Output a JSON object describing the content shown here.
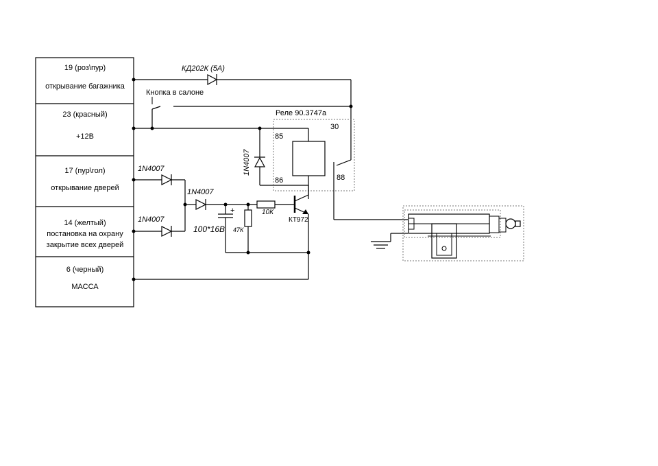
{
  "connector": {
    "pin19": {
      "line1": "19 (роз\\пур)",
      "line2": "открывание багажника"
    },
    "pin23": {
      "line1": "23 (красный)",
      "line2": "+12В"
    },
    "pin17": {
      "line1": "17 (пур\\гол)",
      "line2": "открывание дверей"
    },
    "pin14": {
      "line1": "14 (желтый)",
      "line2": "постановка на охрану",
      "line3": "закрытие всех дверей"
    },
    "pin6": {
      "line1": "6 (черный)",
      "line2": "МАССА"
    }
  },
  "labels": {
    "kd202": "КД202К (5А)",
    "button": "Кнопка в салоне",
    "relay": "Реле 90.3747а",
    "relay_pin30": "30",
    "relay_pin85": "85",
    "relay_pin86": "86",
    "relay_pin88": "88",
    "diode_relay": "1N4007",
    "diode_top": "1N4007",
    "diode_mid": "1N4007",
    "diode_bottom": "1N4007",
    "resistor_10k": "10К",
    "resistor_47k": "47К",
    "capacitor": "100*16В",
    "cap_plus": "+",
    "transistor": "КТ972"
  }
}
